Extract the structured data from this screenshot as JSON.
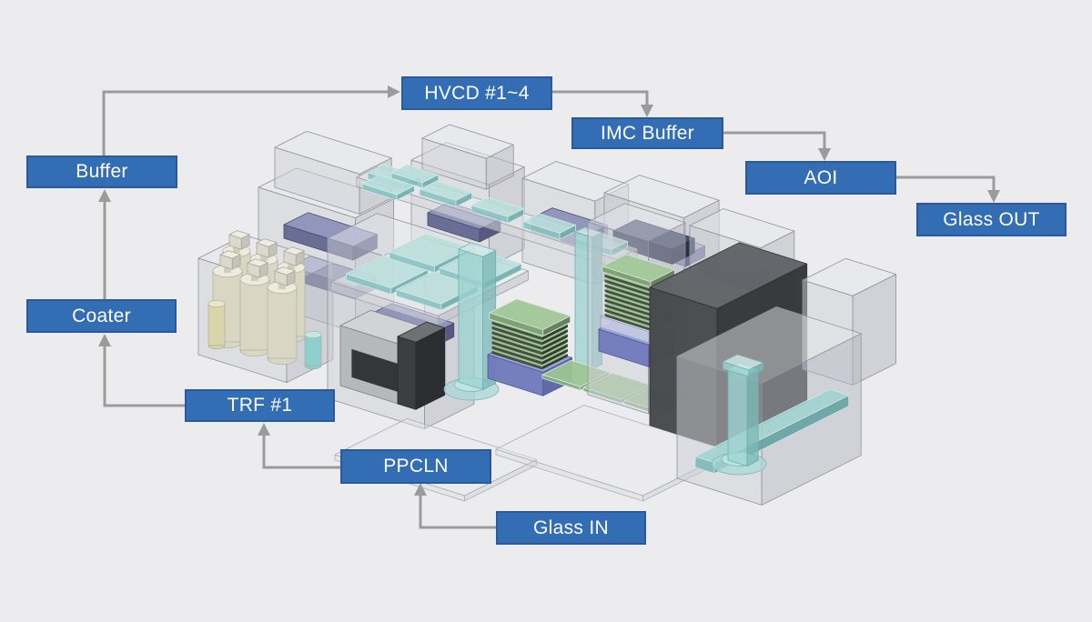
{
  "background_color": "#ececee",
  "diagram": {
    "node_fill": "#336db3",
    "node_border": "#2a5a9c",
    "node_text_color": "#ffffff",
    "arrow_color": "#9b9b9b",
    "nodes": [
      {
        "id": "glass-in",
        "label": "Glass IN"
      },
      {
        "id": "ppcln",
        "label": "PPCLN"
      },
      {
        "id": "trf-1",
        "label": "TRF #1"
      },
      {
        "id": "coater",
        "label": "Coater"
      },
      {
        "id": "buffer",
        "label": "Buffer"
      },
      {
        "id": "hvcd",
        "label": "HVCD #1~4"
      },
      {
        "id": "imc-buffer",
        "label": "IMC Buffer"
      },
      {
        "id": "aoi",
        "label": "AOI"
      },
      {
        "id": "glass-out",
        "label": "Glass OUT"
      }
    ],
    "flow": [
      {
        "from": "Glass IN",
        "to": "PPCLN"
      },
      {
        "from": "PPCLN",
        "to": "TRF #1"
      },
      {
        "from": "TRF #1",
        "to": "Coater"
      },
      {
        "from": "Coater",
        "to": "Buffer"
      },
      {
        "from": "Buffer",
        "to": "HVCD #1~4"
      },
      {
        "from": "HVCD #1~4",
        "to": "IMC Buffer"
      },
      {
        "from": "IMC Buffer",
        "to": "AOI"
      },
      {
        "from": "AOI",
        "to": "Glass OUT"
      }
    ]
  }
}
